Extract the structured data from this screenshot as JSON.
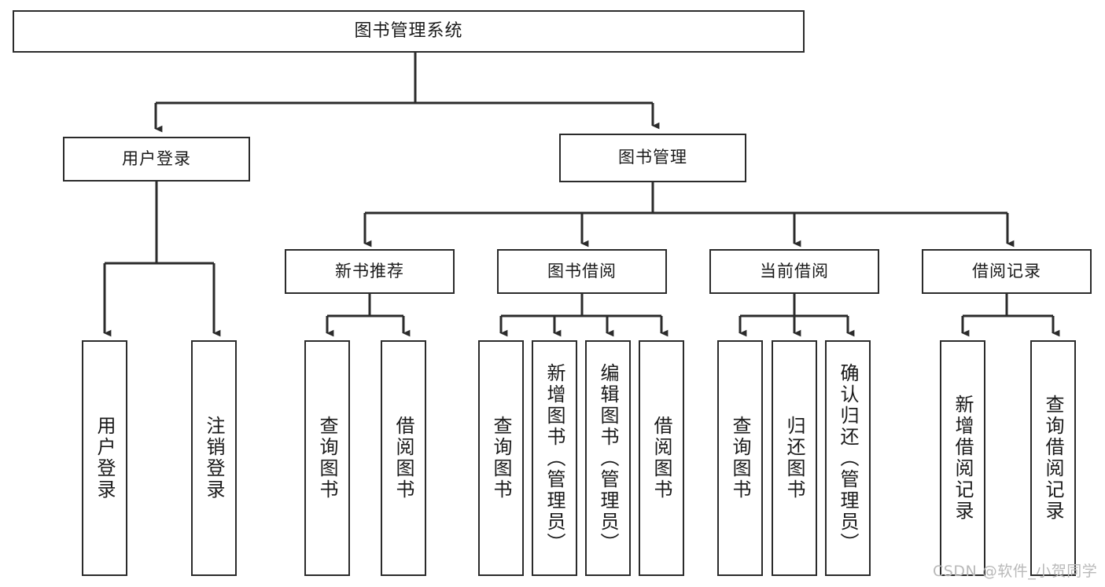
{
  "diagram": {
    "title": "图书管理系统",
    "type": "hierarchy-tree",
    "accent_color": "#2b2b2b",
    "background_color": "#ffffff",
    "nodes": {
      "root": {
        "label": "图书管理系统"
      },
      "level2": [
        {
          "label": "用户登录"
        },
        {
          "label": "图书管理"
        }
      ],
      "level3": [
        {
          "label": "新书推荐"
        },
        {
          "label": "图书借阅"
        },
        {
          "label": "当前借阅"
        },
        {
          "label": "借阅记录"
        }
      ],
      "leaves": {
        "user_login": [
          {
            "label": "用户登录"
          },
          {
            "label": "注销登录"
          }
        ],
        "new_book": [
          {
            "label": "查询图书"
          },
          {
            "label": "借阅图书"
          }
        ],
        "book_borrow": [
          {
            "label": "查询图书"
          },
          {
            "label": "新增图书（管理员）"
          },
          {
            "label": "编辑图书（管理员）"
          },
          {
            "label": "借阅图书"
          }
        ],
        "current_borrow": [
          {
            "label": "查询图书"
          },
          {
            "label": "归还图书"
          },
          {
            "label": "确认归还（管理员）"
          }
        ],
        "borrow_record": [
          {
            "label": "新增借阅记录"
          },
          {
            "label": "查询借阅记录"
          }
        ]
      }
    },
    "watermark": "CSDN @软件_小贺同学"
  }
}
